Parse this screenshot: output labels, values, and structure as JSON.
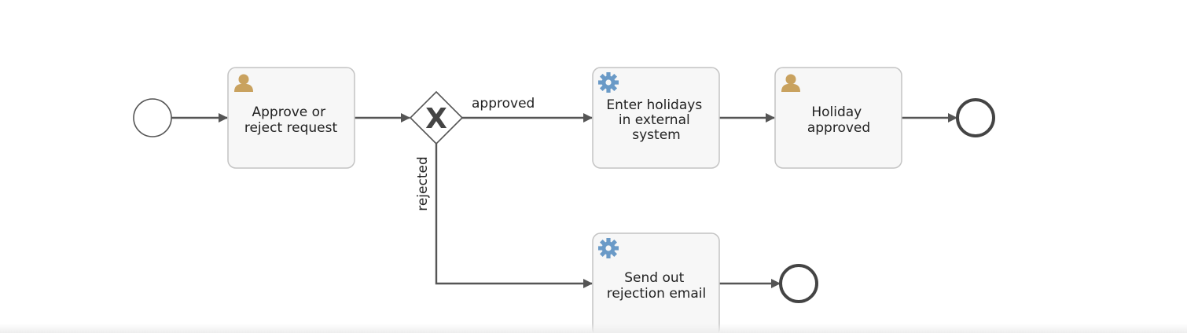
{
  "diagram": {
    "tasks": {
      "approve": {
        "lines": [
          "Approve or",
          "reject request"
        ],
        "type": "user-task"
      },
      "enter_holidays": {
        "lines": [
          "Enter holidays",
          "in external",
          "system"
        ],
        "type": "service-task"
      },
      "holiday_approved": {
        "lines": [
          "Holiday",
          "approved"
        ],
        "type": "user-task"
      },
      "send_rejection": {
        "lines": [
          "Send out",
          "rejection email"
        ],
        "type": "service-task"
      }
    },
    "gateway": {
      "type": "exclusive",
      "symbol": "X"
    },
    "flows": {
      "approved": "approved",
      "rejected": "rejected"
    },
    "colors": {
      "user_icon": "#c9a25f",
      "service_icon": "#6a9ac7",
      "stroke": "#555555",
      "task_fill": "#f7f7f7",
      "task_border": "#c4c4c4"
    }
  }
}
